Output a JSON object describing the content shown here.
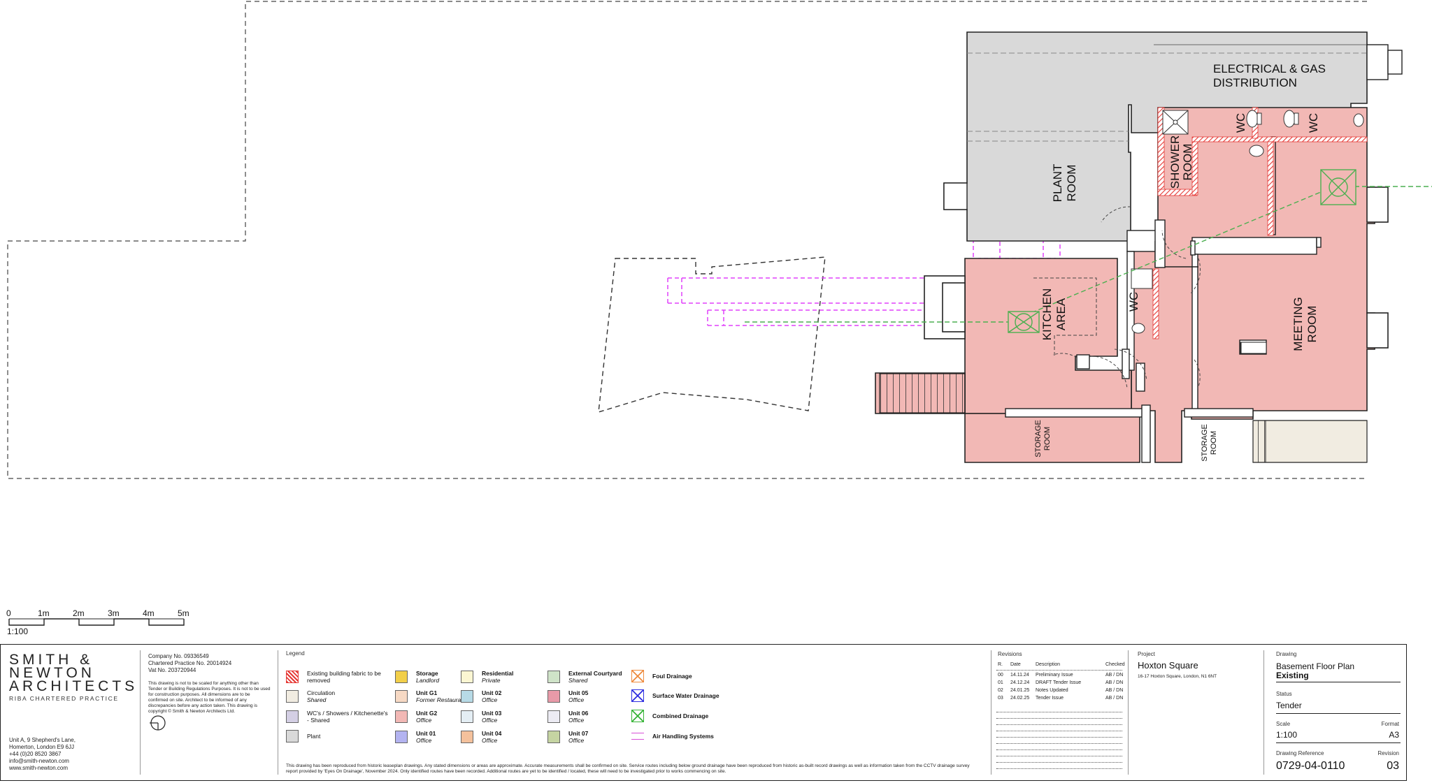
{
  "plan": {
    "rooms": {
      "electrical": [
        "ELECTRICAL & GAS",
        "DISTRIBUTION"
      ],
      "plant": [
        "PLANT",
        "ROOM"
      ],
      "shower": [
        "SHOWER",
        "ROOM"
      ],
      "wc1": "WC",
      "wc2": "WC",
      "wc3": "WC",
      "kitchen": [
        "KITCHEN",
        "AREA"
      ],
      "meeting": [
        "MEETING",
        "ROOM"
      ],
      "storage1": [
        "STORAGE",
        "ROOM"
      ],
      "storage2": [
        "STORAGE",
        "ROOM"
      ]
    },
    "colors": {
      "office_pink": "#f2b8b5",
      "plant_grey": "#d9d9d9",
      "removed_red": "#e53935",
      "drainage_green": "#4caf50",
      "air_magenta": "#e040fb",
      "courtyard_beige": "#f1ece1"
    }
  },
  "scale_bar": {
    "ticks": [
      "0",
      "1m",
      "2m",
      "3m",
      "4m",
      "5m"
    ],
    "ratio": "1:100"
  },
  "firm": {
    "logo_lines": [
      "SMITH &",
      "NEWTON",
      "ARCHITECTS"
    ],
    "tagline": "RIBA CHARTERED PRACTICE",
    "address": [
      "Unit A, 9 Shepherd's Lane,",
      "Homerton, London E9 6JJ",
      "+44 (0)20 8520 3867",
      "info@smith-newton.com",
      "www.smith-newton.com"
    ]
  },
  "company": {
    "lines": [
      "Company No. 09336549",
      "Chartered Practice No. 20014924",
      "Vat No. 203720944"
    ],
    "disclaimer": "This drawing is not to be scaled for anything other than Tender or Building Regulations Purposes. It is not to be used for construction purposes. All dimensions are to be confirmed on site. Architect to be informed of any discrepancies before any action taken. This drawing is copyright © Smith & Newton Architects Ltd."
  },
  "legend": {
    "title": "Legend",
    "items": [
      {
        "name": "Existing building fabric to be removed",
        "bold": "",
        "sub": "",
        "color": "#ffffff",
        "kind": "hatch-red"
      },
      {
        "name": "Circulation",
        "bold": "",
        "sub": "Shared",
        "color": "#f1ece1",
        "kind": "solid"
      },
      {
        "name": "WC's / Showers / Kitchenette's - Shared",
        "bold": "",
        "sub": "",
        "color": "#d4cfe4",
        "kind": "solid"
      },
      {
        "name": "Plant",
        "bold": "",
        "sub": "",
        "color": "#d9d9d9",
        "kind": "solid"
      },
      {
        "name": "",
        "bold": "Storage",
        "sub": "Landlord",
        "color": "#f2cf4a",
        "kind": "solid"
      },
      {
        "name": "",
        "bold": "Unit G1",
        "sub": "Former Restaurant",
        "color": "#f7d9c4",
        "kind": "solid"
      },
      {
        "name": "",
        "bold": "Unit G2",
        "sub": "Office",
        "color": "#f2b8b5",
        "kind": "solid"
      },
      {
        "name": "",
        "bold": "Unit 01",
        "sub": "Office",
        "color": "#b3b3f0",
        "kind": "solid"
      },
      {
        "name": "",
        "bold": "Residential",
        "sub": "Private",
        "color": "#fbf6d2",
        "kind": "solid"
      },
      {
        "name": "",
        "bold": "Unit 02",
        "sub": "Office",
        "color": "#b7dae6",
        "kind": "solid"
      },
      {
        "name": "",
        "bold": "Unit 03",
        "sub": "Office",
        "color": "#e4eef4",
        "kind": "solid"
      },
      {
        "name": "",
        "bold": "Unit 04",
        "sub": "Office",
        "color": "#f4c19c",
        "kind": "solid"
      },
      {
        "name": "",
        "bold": "External Courtyard",
        "sub": "Shared",
        "color": "#cfe3c8",
        "kind": "solid"
      },
      {
        "name": "",
        "bold": "Unit 05",
        "sub": "Office",
        "color": "#e89aa8",
        "kind": "solid"
      },
      {
        "name": "",
        "bold": "Unit 06",
        "sub": "Office",
        "color": "#ecebf3",
        "kind": "solid"
      },
      {
        "name": "",
        "bold": "Unit 07",
        "sub": "Office",
        "color": "#c5d4a2",
        "kind": "solid"
      },
      {
        "name": "",
        "bold": "Foul Drainage",
        "sub": "",
        "color": "#ee8a3c",
        "kind": "cross"
      },
      {
        "name": "",
        "bold": "Surface Water Drainage",
        "sub": "",
        "color": "#2e2ee0",
        "kind": "cross"
      },
      {
        "name": "",
        "bold": "Combined Drainage",
        "sub": "",
        "color": "#35b335",
        "kind": "cross"
      },
      {
        "name": "",
        "bold": "Air Handling Systems",
        "sub": "",
        "color": "#d84fd8",
        "kind": "dash"
      }
    ],
    "footnote": "This drawing has been reproduced from historic leaseplan drawings. Any stated dimensions or areas are approximate. Accurate measurements shall be confirmed on site. Service routes including below ground drainage have been reproduced from historic as-built record drawings as well as information taken from the CCTV drainage survey report provided by 'Eyes On Drainage', November 2024. Only identified routes have been recorded. Additional routes are yet to be identified / located, these will need to be investigated prior to works commencing on site."
  },
  "revisions": {
    "title": "Revisions",
    "headers": [
      "R.",
      "Date",
      "Description",
      "Checked"
    ],
    "rows": [
      [
        "00",
        "14.11.24",
        "Preliminary Issue",
        "AB / DN"
      ],
      [
        "01",
        "24.12.24",
        "DRAFT Tender Issue",
        "AB / DN"
      ],
      [
        "02",
        "24.01.25",
        "Notes Updated",
        "AB / DN"
      ],
      [
        "03",
        "24.02.25",
        "Tender Issue",
        "AB / DN"
      ]
    ]
  },
  "project": {
    "label": "Project",
    "name": "Hoxton Square",
    "address": "16-17 Hoxton Square, London, N1 6NT"
  },
  "drawing": {
    "label": "Drawing",
    "title": "Basement Floor Plan",
    "subtitle": "Existing",
    "status_label": "Status",
    "status": "Tender",
    "scale_label": "Scale",
    "scale": "1:100",
    "format_label": "Format",
    "format": "A3",
    "ref_label": "Drawing Reference",
    "ref": "0729-04-0110",
    "rev_label": "Revision",
    "rev": "03"
  }
}
